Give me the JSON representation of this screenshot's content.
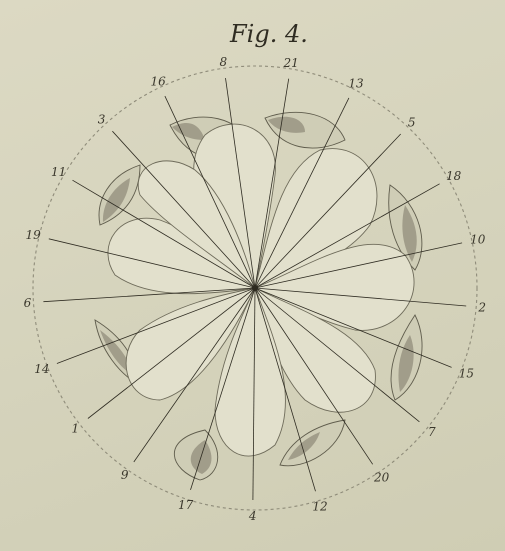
{
  "figure": {
    "title": "Fig. 4.",
    "ray_labels": [
      "8",
      "21",
      "13",
      "5",
      "18",
      "10",
      "2",
      "15",
      "7",
      "20",
      "12",
      "4",
      "17",
      "9",
      "1",
      "14",
      "6",
      "19",
      "11",
      "3",
      "16"
    ]
  }
}
